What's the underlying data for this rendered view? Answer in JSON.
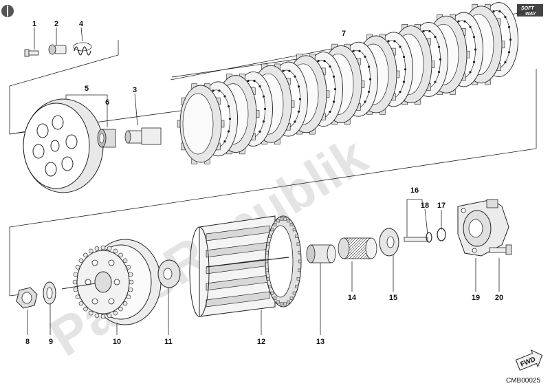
{
  "watermark": "PartsRepublik",
  "logo": {
    "line1": "SOFT",
    "line2": "WAY"
  },
  "fwd_label": "FWD",
  "drawing_code": "CMB00025",
  "callouts": [
    "1",
    "2",
    "3",
    "4",
    "5",
    "6",
    "7",
    "8",
    "9",
    "10",
    "11",
    "12",
    "13",
    "14",
    "15",
    "16",
    "17",
    "18",
    "19",
    "20"
  ]
}
